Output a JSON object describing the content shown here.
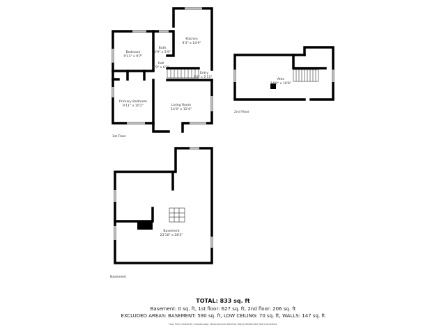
{
  "first_floor": {
    "label": "1st Floor",
    "rooms": [
      {
        "name": "Kitchen",
        "dims": "9'3\" x 14'9\""
      },
      {
        "name": "Bath",
        "dims": "4'9\" x 5'9\""
      },
      {
        "name": "Bedroom",
        "dims": "9'11\" x 9'7\""
      },
      {
        "name": "Hall",
        "dims": "4'9\" x 6'2\""
      },
      {
        "name": "Entry",
        "dims": "3'6\" x 2'11\""
      },
      {
        "name": "Primary Bedroom",
        "dims": "9'11\" x 10'2\""
      },
      {
        "name": "Living Room",
        "dims": "14'4\" x 12'4\""
      }
    ]
  },
  "second_floor": {
    "label": "2nd Floor",
    "rooms": [
      {
        "name": "Attic",
        "dims": "14'8\" x 10'8\""
      }
    ]
  },
  "basement": {
    "label": "Basement",
    "rooms": [
      {
        "name": "Basement",
        "dims": "23'10\" x 28'5\""
      }
    ]
  },
  "summary": {
    "total": "TOTAL: 833 sq. ft",
    "breakdown": "Basement: 0 sq. ft, 1st floor: 627 sq. ft, 2nd floor: 206 sq. ft",
    "excluded": "EXCLUDED AREAS: BASEMENT: 590 sq. ft, LOW CEILING: 70 sq. ft, WALLS: 147 sq. ft",
    "credit": "Floor Plan Created By Cubicasa App. Measurements Deemed Highly Reliable But Not Guaranteed."
  }
}
